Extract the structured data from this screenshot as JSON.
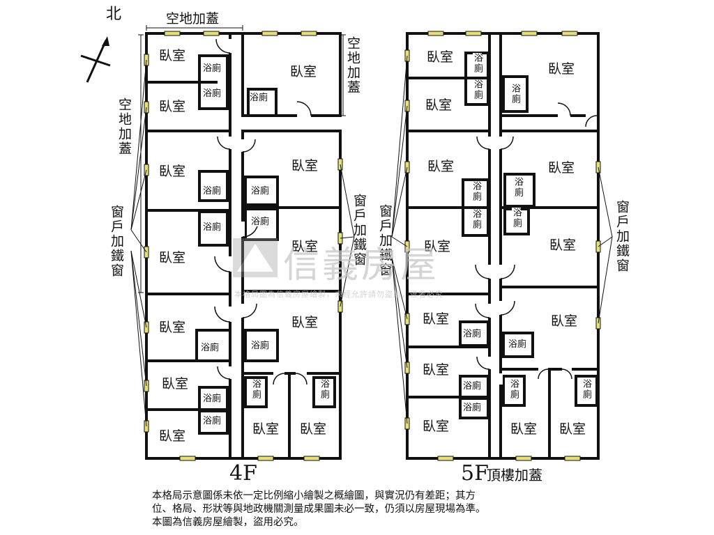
{
  "labels": {
    "north": "北",
    "bedroom": "臥室",
    "bathroom": "浴廁",
    "extension_top": "空地加蓋",
    "extension_side": "空地加蓋",
    "window_bars": "窗戶加鐵窗",
    "floor4": "4F",
    "floor5": "5F",
    "roof_extension": "頂樓加蓋"
  },
  "watermark": {
    "brand": "信義房屋",
    "notice": "本格局圖為信義房屋繪製，未經允許請勿盜用，違者必究"
  },
  "disclaimer": [
    "本格局示意圖係未依一定比例縮小繪製之概繪圖，與實況仍有差距；其方",
    "位、格局、形狀等與地政機關測量成果圖未必一致，仍須以房屋現場為準。",
    "本圖為信義房屋繪製，盜用必究。"
  ],
  "colors": {
    "wall": "#111111",
    "window": "#e6e07a",
    "watermark": "#c8c8c8"
  }
}
